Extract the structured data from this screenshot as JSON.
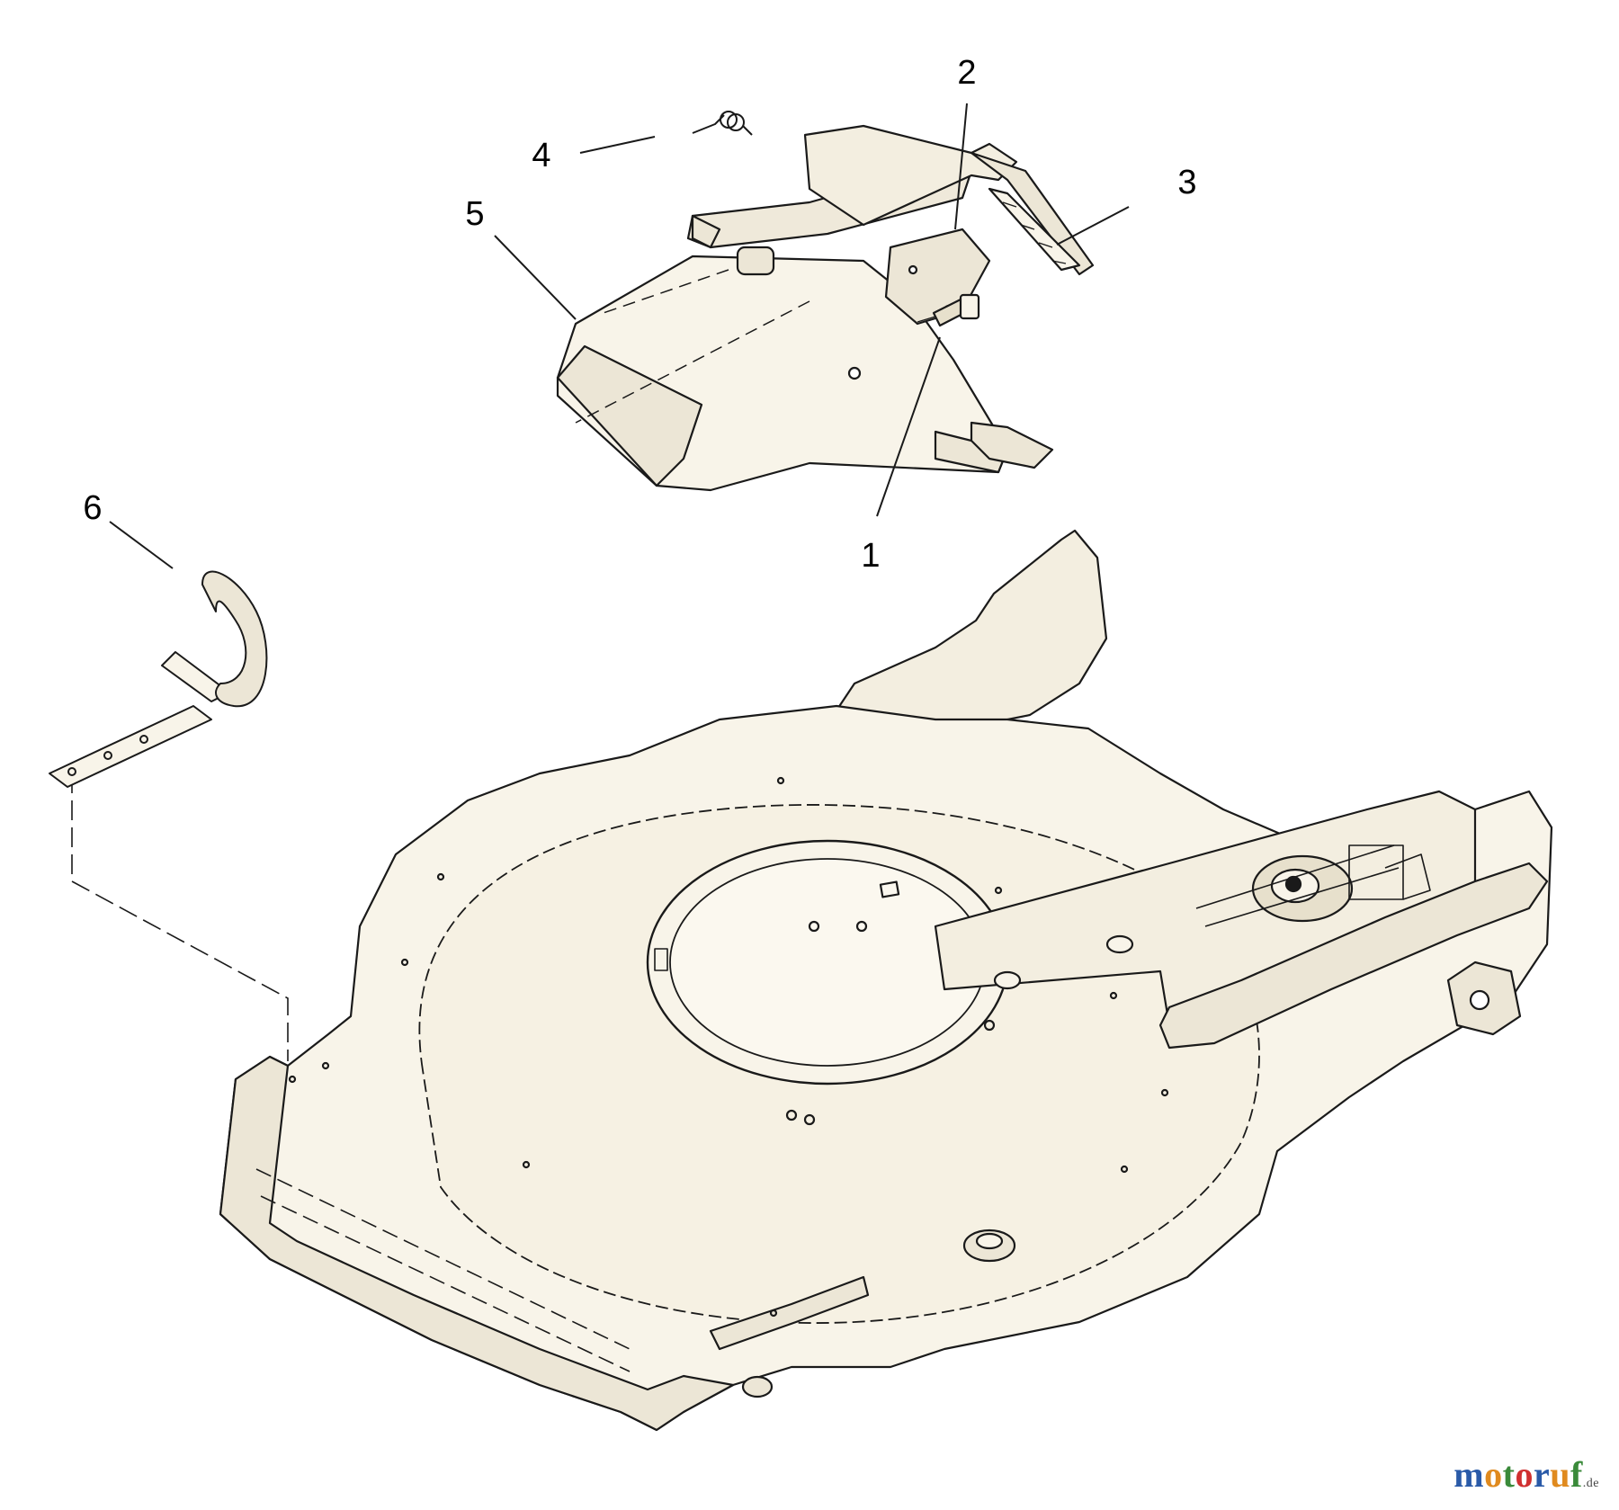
{
  "callouts": [
    {
      "id": "1",
      "label": "1"
    },
    {
      "id": "2",
      "label": "2"
    },
    {
      "id": "3",
      "label": "3"
    },
    {
      "id": "4",
      "label": "4"
    },
    {
      "id": "5",
      "label": "5"
    },
    {
      "id": "6",
      "label": "6"
    }
  ],
  "watermark": {
    "segments": [
      {
        "text": "m",
        "color": "#2a5aa8"
      },
      {
        "text": "o",
        "color": "#e08a1e"
      },
      {
        "text": "t",
        "color": "#3a8a3a"
      },
      {
        "text": "o",
        "color": "#d03030"
      },
      {
        "text": "r",
        "color": "#2a5aa8"
      },
      {
        "text": "u",
        "color": "#e08a1e"
      },
      {
        "text": "f",
        "color": "#3a8a3a"
      }
    ],
    "tld": ".de"
  },
  "colors": {
    "part_fill": "#f8f4e9",
    "part_shade": "#ece6d6",
    "line": "#1a1a1a"
  }
}
